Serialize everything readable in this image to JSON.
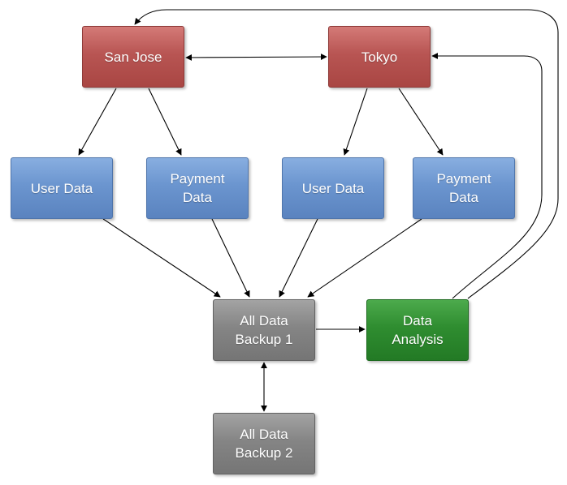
{
  "nodes": {
    "san_jose": {
      "lines": [
        "San Jose"
      ]
    },
    "tokyo": {
      "lines": [
        "Tokyo"
      ]
    },
    "user_data_1": {
      "lines": [
        "User Data"
      ]
    },
    "payment_data_1": {
      "lines": [
        "Payment",
        "Data"
      ]
    },
    "user_data_2": {
      "lines": [
        "User Data"
      ]
    },
    "payment_data_2": {
      "lines": [
        "Payment",
        "Data"
      ]
    },
    "backup_1": {
      "lines": [
        "All Data",
        "Backup 1"
      ]
    },
    "data_analysis": {
      "lines": [
        "Data",
        "Analysis"
      ]
    },
    "backup_2": {
      "lines": [
        "All Data",
        "Backup 2"
      ]
    }
  },
  "colors": {
    "location": "#b85553",
    "data_store": "#6b95cf",
    "backup": "#858585",
    "analysis": "#2f8d30",
    "edge": "#000000"
  },
  "edges": [
    {
      "from": "san_jose",
      "to": "tokyo",
      "bidirectional": true
    },
    {
      "from": "san_jose",
      "to": "user_data_1"
    },
    {
      "from": "san_jose",
      "to": "payment_data_1"
    },
    {
      "from": "tokyo",
      "to": "user_data_2"
    },
    {
      "from": "tokyo",
      "to": "payment_data_2"
    },
    {
      "from": "user_data_1",
      "to": "backup_1"
    },
    {
      "from": "payment_data_1",
      "to": "backup_1"
    },
    {
      "from": "user_data_2",
      "to": "backup_1"
    },
    {
      "from": "payment_data_2",
      "to": "backup_1"
    },
    {
      "from": "backup_1",
      "to": "data_analysis"
    },
    {
      "from": "backup_1",
      "to": "backup_2",
      "bidirectional": true
    },
    {
      "from": "data_analysis",
      "to": "san_jose"
    },
    {
      "from": "data_analysis",
      "to": "tokyo"
    }
  ]
}
